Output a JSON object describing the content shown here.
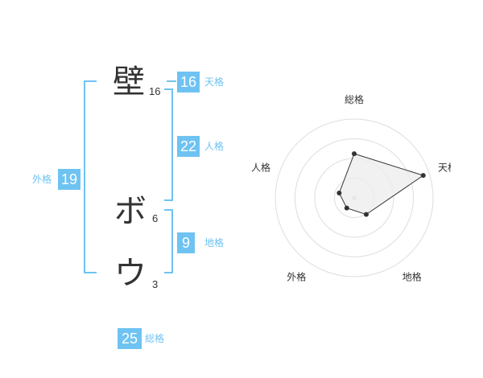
{
  "name_chars": [
    {
      "char": "壁",
      "strokes": "16"
    },
    {
      "char": "ボ",
      "strokes": "6"
    },
    {
      "char": "ウ",
      "strokes": "3"
    }
  ],
  "kakusu": {
    "tenkaku": {
      "value": "16",
      "label": "天格"
    },
    "jinkaku": {
      "value": "22",
      "label": "人格"
    },
    "chikaku": {
      "value": "9",
      "label": "地格"
    },
    "gaikaku": {
      "value": "19",
      "label": "外格"
    },
    "soukaku": {
      "value": "25",
      "label": "総格"
    }
  },
  "chart_data": {
    "type": "radar",
    "axes": [
      "総格",
      "天格",
      "地格",
      "外格",
      "人格"
    ],
    "values": [
      0.56,
      0.92,
      0.26,
      0.16,
      0.2
    ],
    "rings": 4,
    "colors": {
      "fill": "#eeeeee",
      "line": "#333333",
      "grid": "#dddddd"
    }
  }
}
